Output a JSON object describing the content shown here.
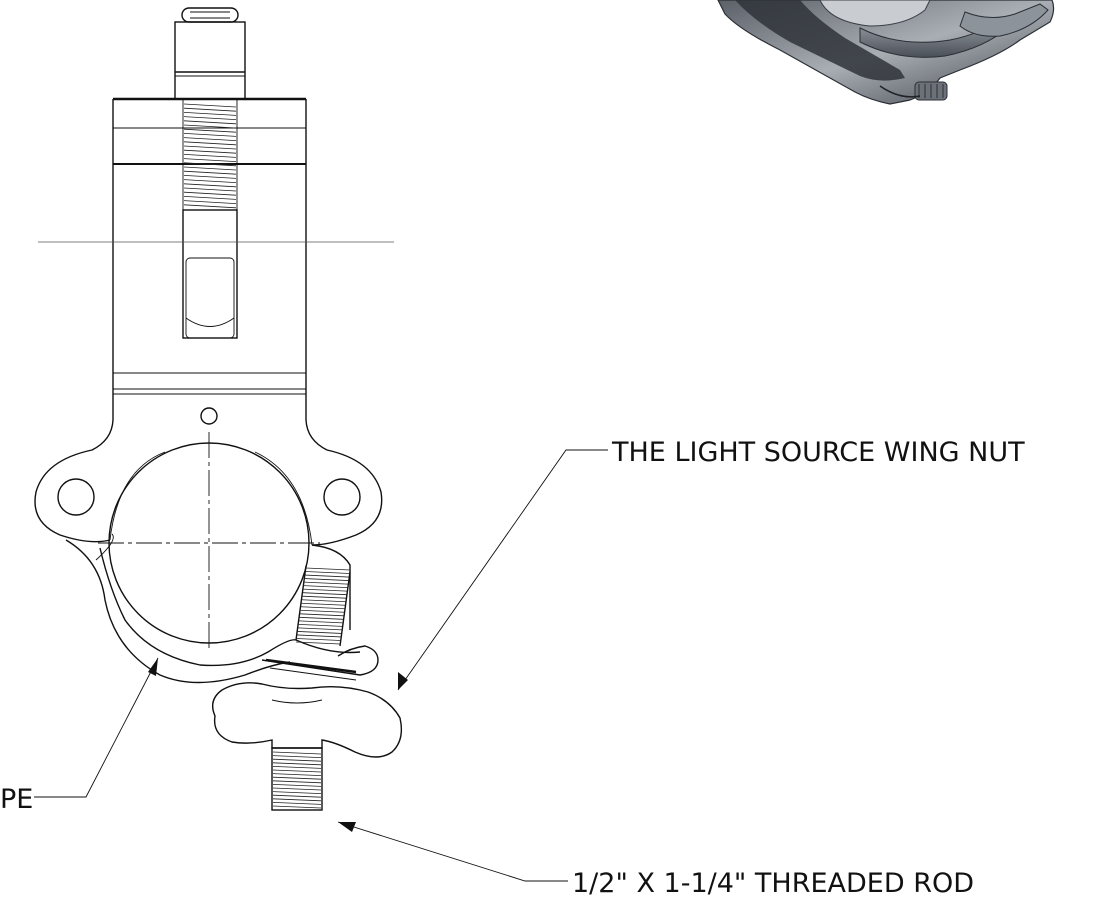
{
  "callouts": {
    "wing_nut": "THE LIGHT SOURCE WING NUT",
    "threaded_rod": "1/2\" X 1-1/4\"  THREADED ROD",
    "pipe_partial": "PE"
  },
  "colors": {
    "line": "#111111",
    "render_dark": "#3a3f46",
    "render_mid": "#7d838c",
    "render_light": "#b9bec5"
  }
}
